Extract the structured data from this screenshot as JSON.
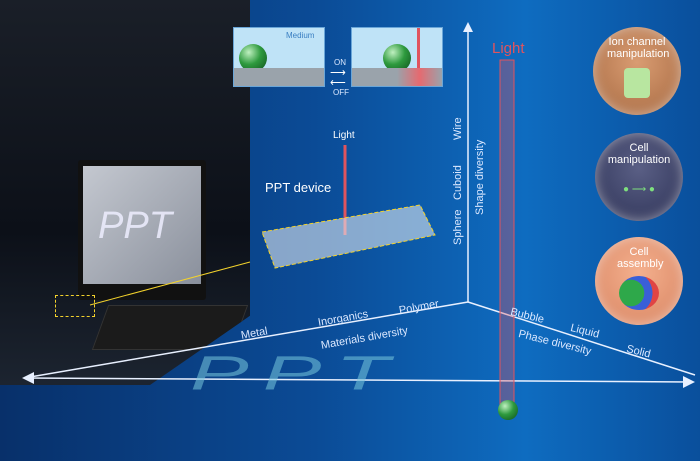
{
  "inset": {
    "medium_label": "Medium",
    "on_label": "ON",
    "off_label": "OFF"
  },
  "device": {
    "light_label": "Light",
    "title": "PPT device"
  },
  "monitor_text": "PPT",
  "shape_axis": {
    "title": "Shape diversity",
    "ticks": [
      "Wire",
      "Cuboid",
      "Sphere"
    ]
  },
  "materials_axis": {
    "title": "Materials diversity",
    "ticks": [
      "Metal",
      "Inorganics",
      "Polymer"
    ]
  },
  "phase_axis": {
    "title": "Phase diversity",
    "ticks": [
      "Bubble",
      "Liquid",
      "Solid"
    ]
  },
  "light_beam_label": "Light",
  "floor_text": "PPT",
  "applications": [
    {
      "label": "Ion channel manipulation",
      "color": "#c98a5e"
    },
    {
      "label": "Cell manipulation",
      "color": "#4a4f73"
    },
    {
      "label": "Cell assembly",
      "color": "#e69a7a"
    }
  ],
  "colors": {
    "background": "#0b4b96",
    "light": "#e0545e",
    "sphere": "#2e9a3e"
  }
}
